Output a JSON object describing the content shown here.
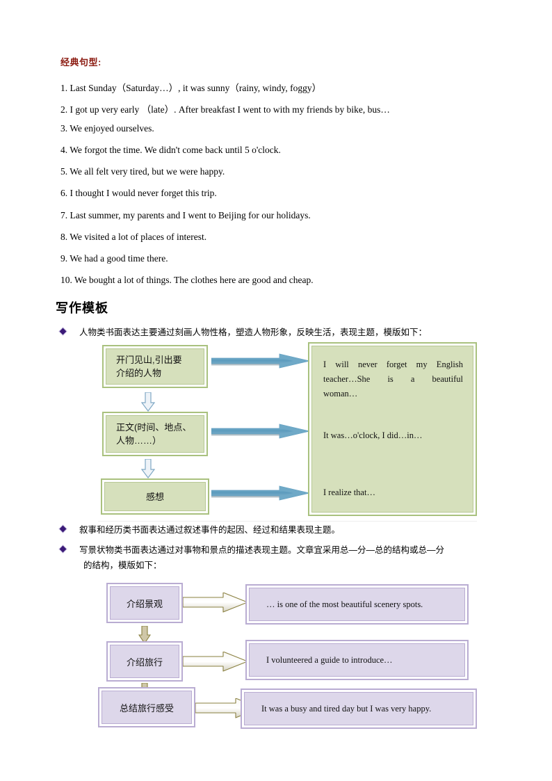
{
  "colors": {
    "heading_red": "#8b1a10",
    "bullet_diamond": "#3b1a78",
    "green_border": "#a9c17e",
    "green_fill": "#d6e0bc",
    "purple_border": "#b9acd2",
    "purple_fill": "#ddd7ea",
    "blue_arrow": "#5b9bbd",
    "olive_arrow": "#8a8040"
  },
  "classic_sentences": {
    "heading": "经典句型:",
    "items": [
      "1. Last Sunday（Saturday…）, it was sunny（rainy, windy, foggy）",
      "2. I got up very early （late）. After breakfast I went to with my friends by bike, bus…",
      "3. We enjoyed ourselves.",
      "4. We forgot the time. We didn't come back until 5 o'clock.",
      "5. We all felt very tired, but we were happy.",
      "6. I thought I would never forget this trip.",
      "7. Last summer, my parents and I went to Beijing  for our holidays.",
      "8. We visited a lot of places of interest.",
      "9. We had a good time there.",
      "10. We bought a lot of things.  The clothes here are good and cheap."
    ]
  },
  "template_section": {
    "heading": "写作模板",
    "bullet1": "人物类书面表达主要通过刻画人物性格，塑造人物形象，反映生活，表现主题，模版如下：",
    "bullet2": "叙事和经历类书面表达通过叙述事件的起因、经过和结果表现主题。",
    "bullet3_line1": "写景状物类书面表达通过对事物和景点的描述表现主题。文章宜采用总—分—总的结构或总—分",
    "bullet3_line2": "的结构，模版如下："
  },
  "diagram_person": {
    "steps": [
      "开门见山，引出要\n介绍的人物",
      "正文(时间、地点、\n人物……）",
      "感想"
    ],
    "step1_line1": "开门见山,引出要",
    "step1_line2": "介绍的人物",
    "step2_line1": "正文(时间、地点、",
    "step2_line2": "人物……）",
    "step3": "感想",
    "panel": {
      "para1_line1": "I will never forget my English",
      "para1_line2": "teacher…She is a beautiful",
      "para1_line3": "woman…",
      "para2": "It was…o'clock, I did…in…",
      "para3": "I realize that…"
    }
  },
  "diagram_scenery": {
    "steps": [
      "介绍景观",
      "介绍旅行",
      "总结旅行感受"
    ],
    "texts": [
      "… is one of the most beautiful  scenery spots.",
      "I volunteered a guide to introduce…",
      "It was a busy and tired day but I was very happy."
    ]
  }
}
